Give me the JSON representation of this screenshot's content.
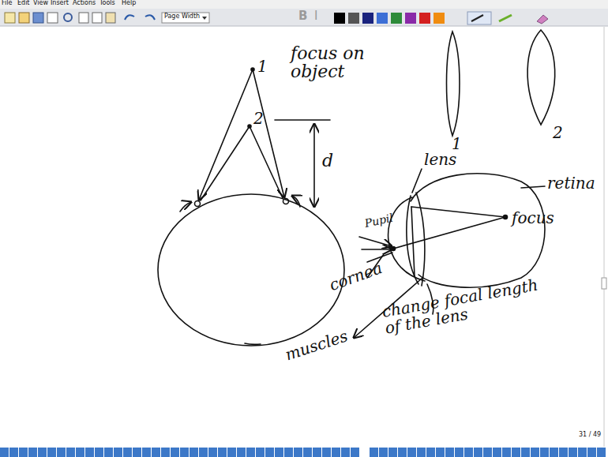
{
  "diagram": {
    "labels": [
      "File",
      "Edit",
      "View",
      "Insert",
      "Actions",
      "Tools",
      "Help",
      "Page Width",
      "B",
      "I",
      "1",
      "focus on object",
      "2",
      "d",
      "1",
      "2",
      "lens",
      "retina",
      "Pupil",
      "focus",
      "cornea",
      "muscles",
      "change focal length of the lens",
      "31 / 49",
      "31"
    ]
  }
}
